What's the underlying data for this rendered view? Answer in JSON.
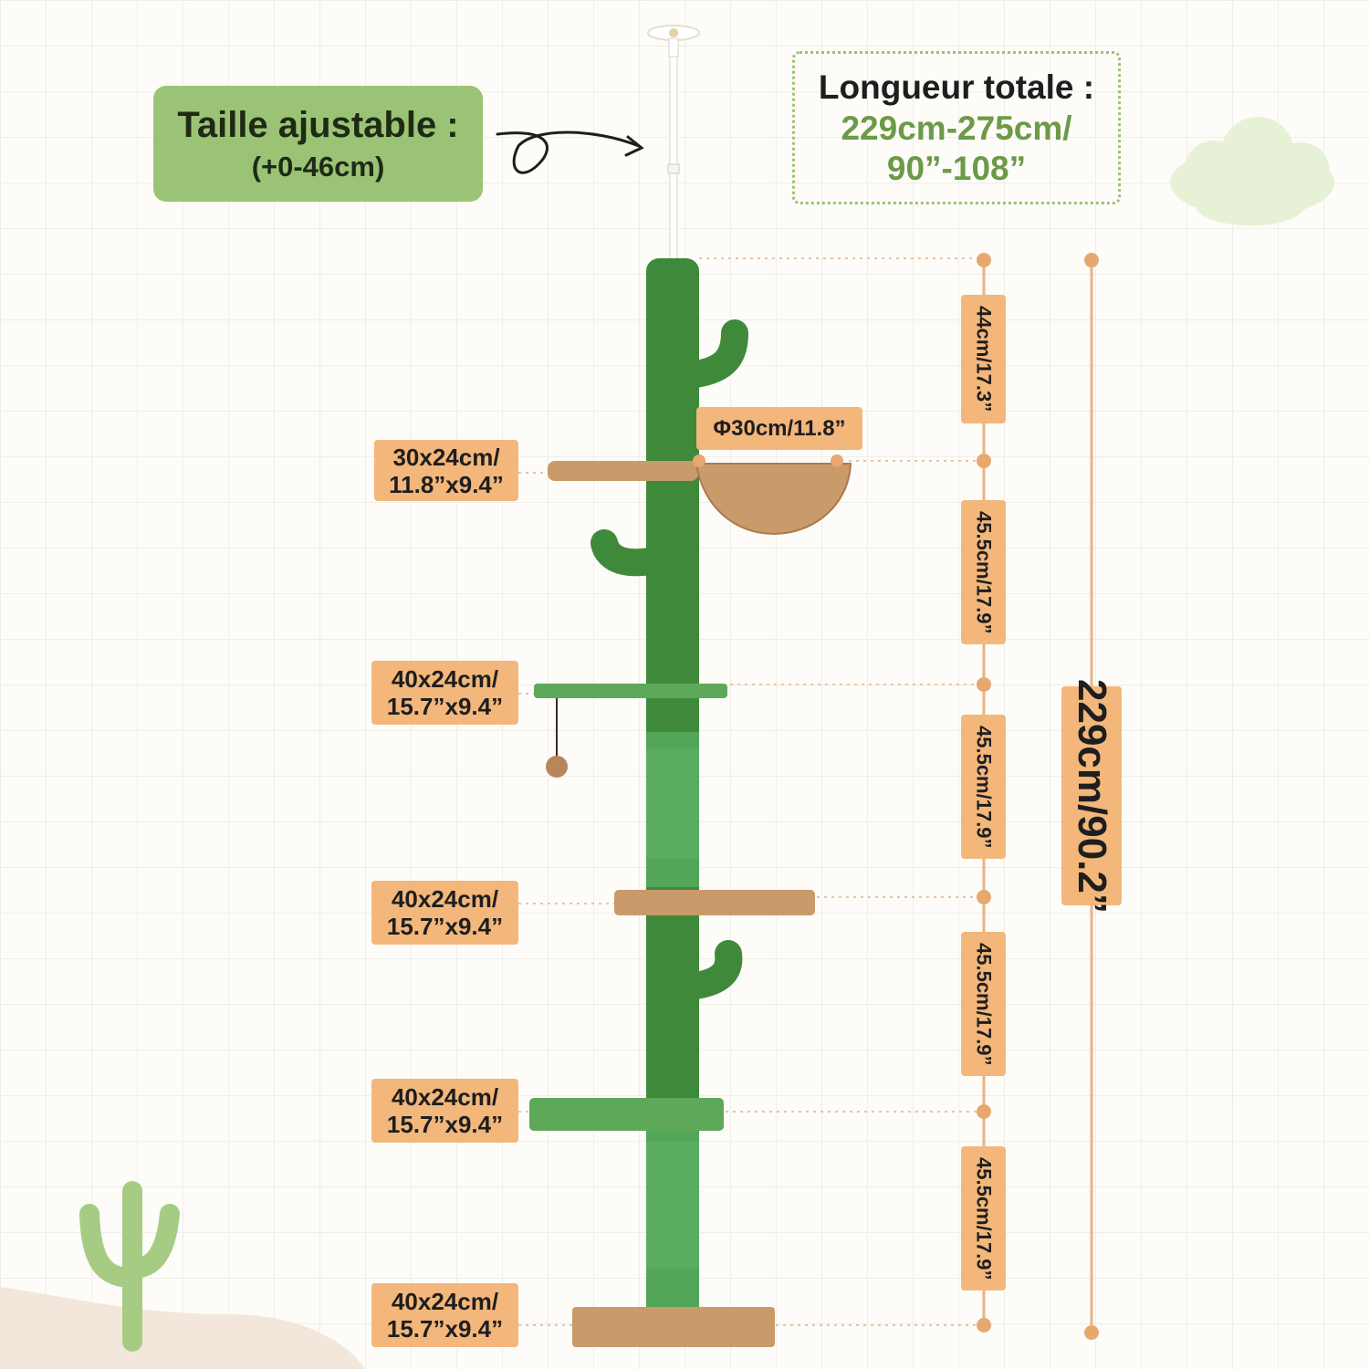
{
  "adjustable": {
    "title": "Taille ajustable :",
    "range": "(+0-46cm)"
  },
  "total_length": {
    "title": "Longueur totale :",
    "metric": "229cm-275cm/",
    "imperial": "90”-108”"
  },
  "diameter_label": "Φ30cm/11.8”",
  "platforms": [
    {
      "line1": "30x24cm/",
      "line2": "11.8”x9.4”"
    },
    {
      "line1": "40x24cm/",
      "line2": "15.7”x9.4”"
    },
    {
      "line1": "40x24cm/",
      "line2": "15.7”x9.4”"
    },
    {
      "line1": "40x24cm/",
      "line2": "15.7”x9.4”"
    },
    {
      "line1": "40x24cm/",
      "line2": "15.7”x9.4”"
    }
  ],
  "segments": [
    "44cm/17.3”",
    "45.5cm/17.9”",
    "45.5cm/17.9”",
    "45.5cm/17.9”",
    "45.5cm/17.9”"
  ],
  "total_height": "229cm/90.2”",
  "colors": {
    "accent_green": "#9bc375",
    "cactus_green": "#3f8a3a",
    "label_orange": "#f3b77b",
    "plush_tan": "#c99a6a"
  }
}
